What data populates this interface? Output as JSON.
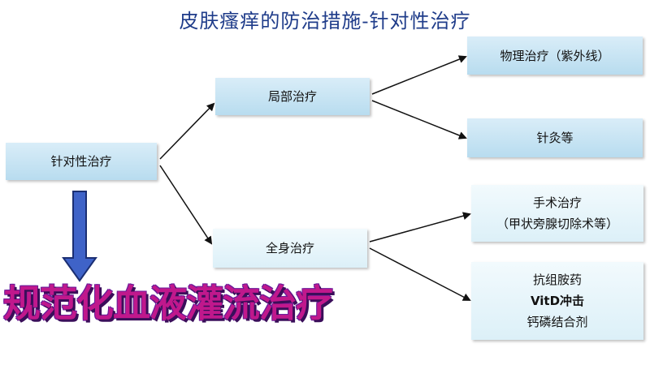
{
  "title": "皮肤瘙痒的防治措施-针对性治疗",
  "nodes": {
    "root": "针对性治疗",
    "local": "局部治疗",
    "whole": "全身治疗",
    "physical": "物理治疗（紫外线）",
    "acupuncture": "针灸等",
    "surgery": [
      "手术治疗",
      "（甲状旁腺切除术等）"
    ],
    "drugs": [
      "抗组胺药",
      "VitD冲击",
      "钙磷结合剂"
    ]
  },
  "callout": "规范化血液灌流治疗",
  "colors": {
    "title": "#1f3c8a",
    "box": "#c4e3f3",
    "down_arrow": "#3f63c8",
    "callout": "#c0188c"
  }
}
